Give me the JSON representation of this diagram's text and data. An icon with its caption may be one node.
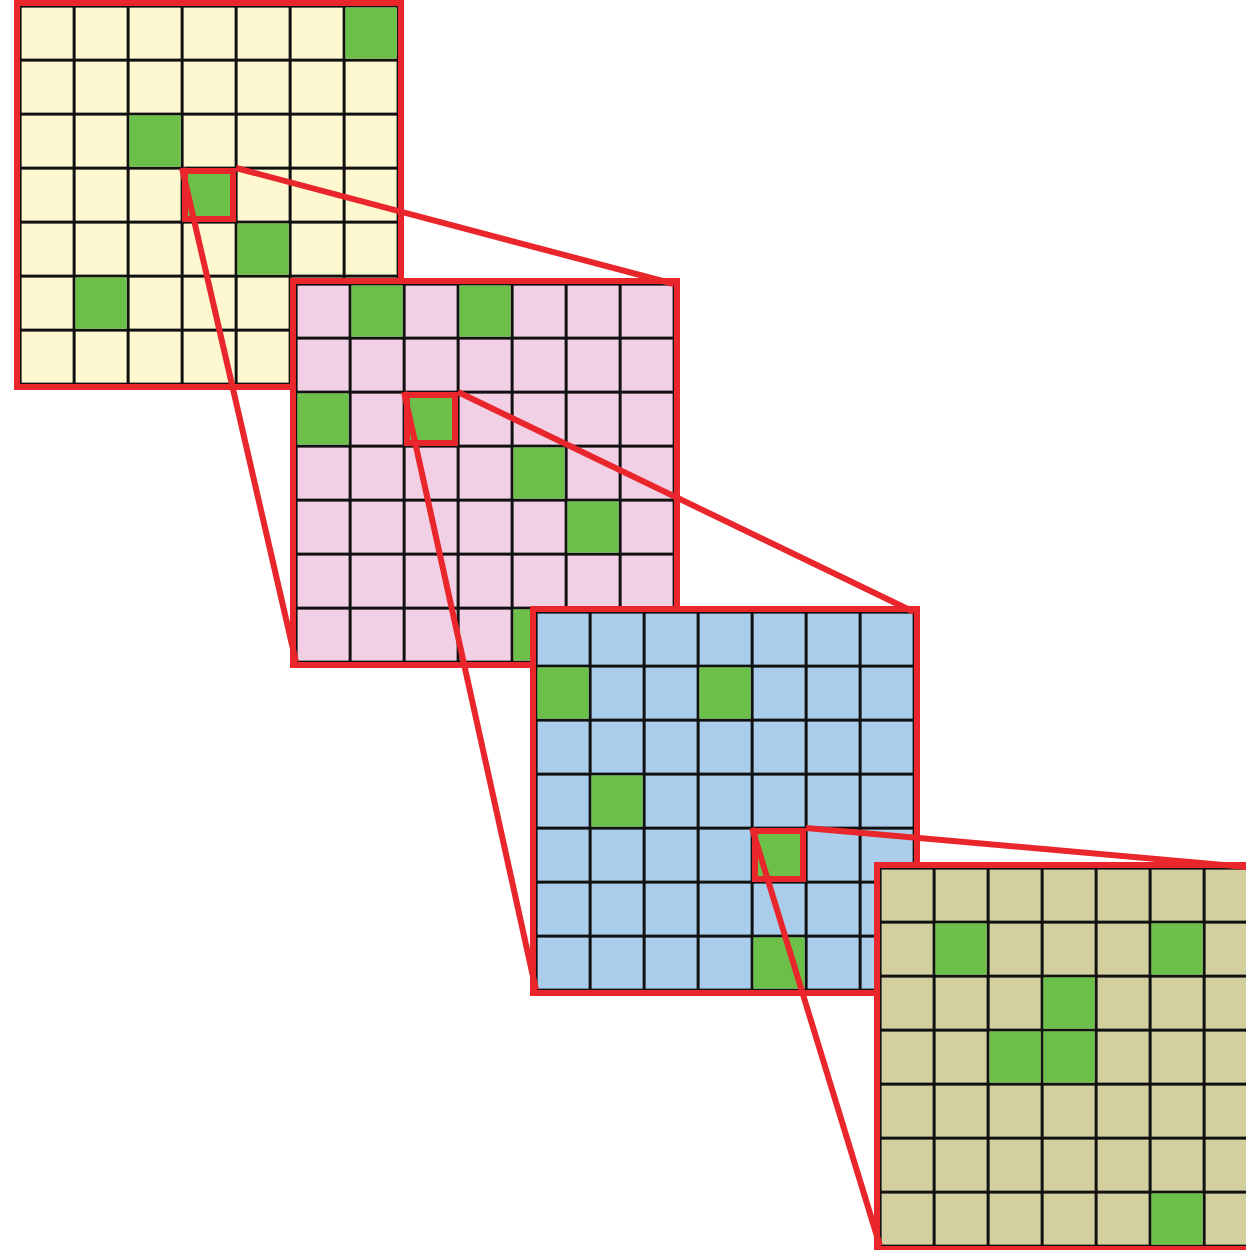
{
  "diagram": {
    "nodes": [
      {
        "text": [],
        "shape": "grid"
      },
      {
        "text": [],
        "shape": "box",
        "in": 0
      },
      {
        "text": [],
        "shape": "grid"
      },
      {
        "text": [],
        "shape": "box",
        "in": 2
      },
      {
        "text": [],
        "shape": "grid"
      },
      {
        "text": [],
        "shape": "box",
        "in": 4
      },
      {
        "text": [],
        "shape": "grid"
      }
    ],
    "edges": [
      {
        "from": 1,
        "to": 2,
        "arrow": "none"
      },
      {
        "from": 1,
        "to": 2,
        "arrow": "none"
      },
      {
        "from": 3,
        "to": 4,
        "arrow": "none"
      },
      {
        "from": 3,
        "to": 4,
        "arrow": "none"
      },
      {
        "from": 5,
        "to": 6,
        "arrow": "none"
      },
      {
        "from": 5,
        "to": 6,
        "arrow": "none"
      }
    ]
  }
}
